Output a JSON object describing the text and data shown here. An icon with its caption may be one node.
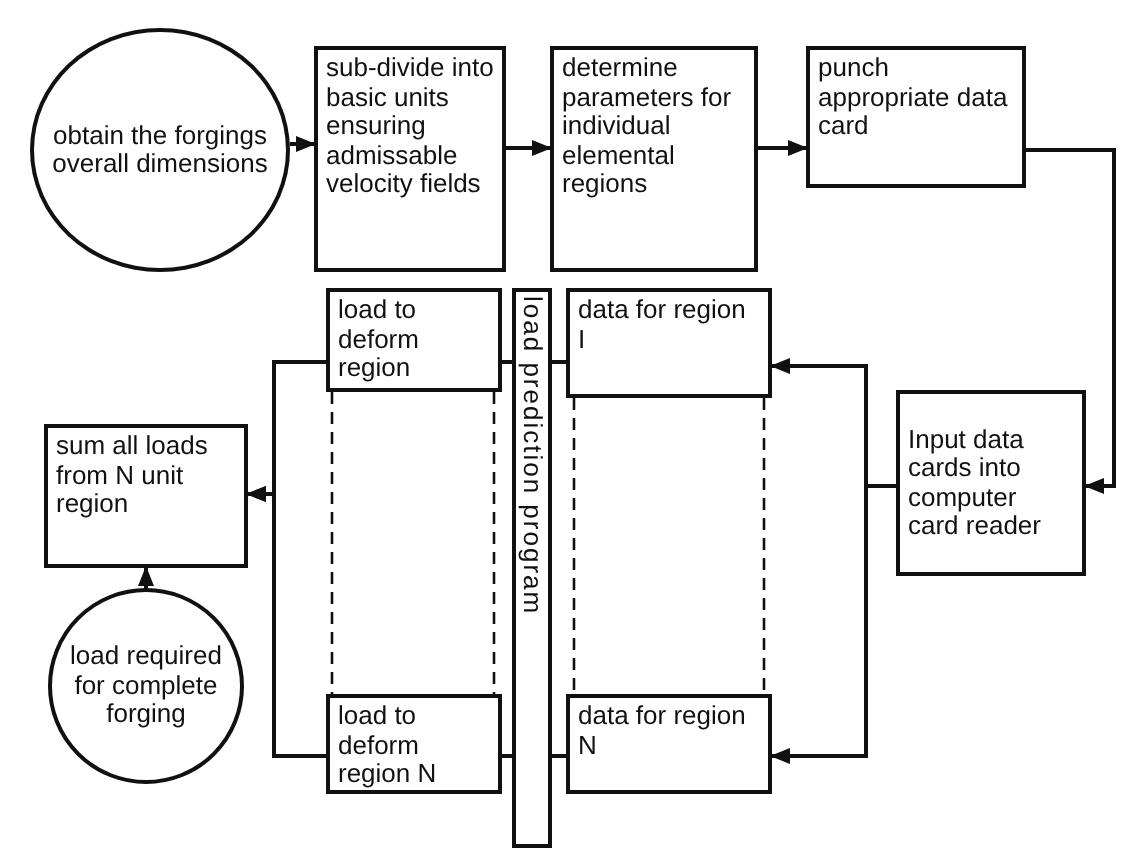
{
  "diagram": {
    "nodes": [
      {
        "text": [
          "obtain the forgings overall dimensions"
        ]
      },
      {
        "text": [
          "sub-divide into basic units ensuring admissable velocity fields"
        ]
      },
      {
        "text": [
          "determine parameters for individual elemental regions"
        ]
      },
      {
        "text": [
          "punch appropriate data card"
        ]
      },
      {
        "text": [
          "load to deform region"
        ]
      },
      {
        "text": [
          "load prediction program"
        ]
      },
      {
        "text": [
          "data for region I"
        ]
      },
      {
        "text": [
          "Input data cards into computer card reader"
        ]
      },
      {
        "text": [
          "sum all loads from N unit region"
        ]
      },
      {
        "text": [
          "load required for complete forging"
        ]
      },
      {
        "text": [
          "load to deform region N"
        ]
      },
      {
        "text": [
          "data for region N"
        ]
      }
    ],
    "edges": [
      {
        "from": 0,
        "to": 1,
        "arrow": "to"
      },
      {
        "from": 1,
        "to": 2,
        "arrow": "to"
      },
      {
        "from": 2,
        "to": 3,
        "arrow": "to"
      },
      {
        "from": 3,
        "to": 7,
        "arrow": "to"
      },
      {
        "from": 7,
        "to": 6,
        "arrow": "to"
      },
      {
        "from": 7,
        "to": 11,
        "arrow": "to"
      },
      {
        "from": 6,
        "to": 5,
        "arrow": "none"
      },
      {
        "from": 5,
        "to": 4,
        "arrow": "none"
      },
      {
        "from": 11,
        "to": 5,
        "arrow": "none"
      },
      {
        "from": 5,
        "to": 10,
        "arrow": "none"
      },
      {
        "from": 4,
        "to": 8,
        "arrow": "to"
      },
      {
        "from": 10,
        "to": 8,
        "arrow": "to"
      },
      {
        "from": 9,
        "to": 8,
        "arrow": "to"
      },
      {
        "from": 4,
        "to": 10,
        "arrow": "none",
        "style": "dashed"
      },
      {
        "from": 4,
        "to": 10,
        "arrow": "none",
        "style": "dashed"
      },
      {
        "from": 6,
        "to": 11,
        "arrow": "none",
        "style": "dashed"
      },
      {
        "from": 6,
        "to": 11,
        "arrow": "none",
        "style": "dashed"
      }
    ]
  }
}
